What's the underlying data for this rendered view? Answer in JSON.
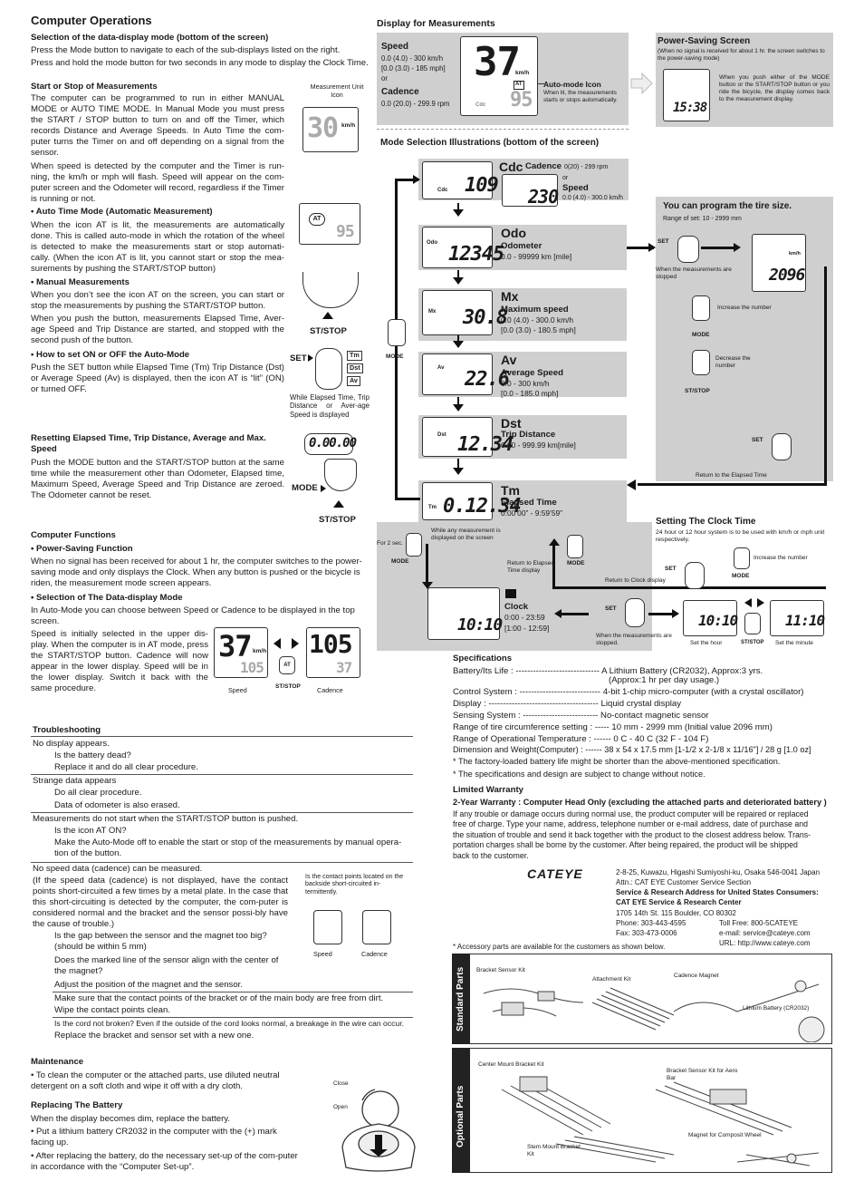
{
  "left": {
    "title": "Computer Operations",
    "sel_heading": "Selection of the data-display mode (bottom of the screen)",
    "sel_p1": "Press the Mode button to navigate to each of the sub-displays listed on the right.",
    "sel_p2": "Press and hold the mode button for two seconds in any mode to display the Clock Time.",
    "ss_heading": "Start or Stop of Measurements",
    "mu_label": "Measurement Unit Icon",
    "ss_p1": "The computer can be programmed to run in either MANUAL MODE or AUTO TIME MODE. In Manual Mode you must press the START / STOP button to turn on and off the Timer, which records Distance and Average Speeds. In Auto Time the com-puter turns the Timer on and off depending on a signal from the sensor.",
    "ss_p2": "When speed is detected by the computer and the Timer is run-ning, the km/h or mph will flash. Speed will appear on the com-puter screen and the Odometer will record, regardless if the Timer is running or not.",
    "auto_heading": "• Auto Time Mode (Automatic Measurement)",
    "auto_p": "When the icon AT is lit, the measurements are automatically done. This is called auto-mode in which the rotation of the wheel is detected to make the measurements start or stop automati-cally. (When the icon AT is lit, you cannot start or stop the mea-surements by pushing the START/STOP button)",
    "manual_heading": "• Manual Measurements",
    "manual_p1": "When you don’t see the icon AT on the screen, you can start or stop the measurements by pushing the START/STOP button.",
    "manual_p2": "When you push the button, measurements Elapsed Time, Aver-age Speed and Trip Distance are started, and stopped with the second push of the button.",
    "onoff_heading": "• How to set ON or OFF the Auto-Mode",
    "onoff_p": "Push the SET button while Elapsed Time (Tm) Trip Distance (Dst) or Average Speed (Av) is displayed, then the icon AT is “lit” (ON) or turned OFF.",
    "ststop_label": "ST/STOP",
    "set_label": "SET",
    "tm": "Tm",
    "dst": "Dst",
    "av": "Av",
    "while_caption": "While Elapsed Time, Trip Distance or Aver-age Speed is displayed",
    "reset_heading": "Resetting Elapsed Time, Trip Distance, Average and Max. Speed",
    "reset_p": "Push the MODE button and the START/STOP button at the same time while the measurement other than Odometer, Elapsed time, Maximum Speed, Average Speed and Trip Distance are zeroed. The Odometer cannot be reset.",
    "reset_lcd": "0.00.00",
    "mode_label": "MODE",
    "cf_heading": "Computer Functions",
    "ps_heading": "• Power-Saving Function",
    "ps_p": "When no signal has been received for about 1 hr, the computer switches to the power-saving mode and only displays the Clock. When any button is pushed or the bicycle is riden, the measurement mode screen appears.",
    "sd_heading": "• Selection of The Data-display Mode",
    "sd_p1": "In Auto-Mode you can choose between Speed or Cadence to be displayed in the top screen.",
    "sd_p2": "Speed is initially selected in the upper dis-play. When the computer is in AT mode, press the START/STOP button. Cadence will now appear in the lower display. Speed will be in the lower display. Switch it back with the same procedure.",
    "speed_cap": "Speed",
    "cadence_cap": "Cadence",
    "lcd_speed_big": "37",
    "lcd_speed_small": "105",
    "lcd_cad_big": "105",
    "lcd_cad_small": "37"
  },
  "display": {
    "heading": "Display for Measurements",
    "speed_label": "Speed",
    "speed_range1": "0.0 (4.0) - 300 km/h",
    "speed_range2": "[0.0 (3.0) - 185 mph]",
    "or": "or",
    "cadence_label": "Cadence",
    "cadence_range": "0.0 (20.0) - 299.9 rpm",
    "lcd_big": "37",
    "lcd_small": "95",
    "kmh": "km/h",
    "cdc": "Cdc",
    "auto_icon_label": "Auto-mode Icon",
    "auto_icon_desc": "When lit, the measurements starts or stops automatically.",
    "ps_title": "Power-Saving Screen",
    "ps_sub": "(When no signal is received for about 1 hr. the screen switches to the power-saving mode)",
    "ps_desc": "When you push either of the MODE button or the START/STOP button or you ride the bicycle, the display comes back to the measurement display.",
    "ps_clock": "15:38"
  },
  "modes": {
    "heading": "Mode Selection Illustrations (bottom of the screen)",
    "cdc_title": "Cdc",
    "cdc_cadence": "Cadence",
    "cdc_cad_range": "0(20) - 299 rpm",
    "cdc_or": "or",
    "cdc_speed": "Speed",
    "cdc_speed_range": "0.0 (4.0) - 300.0 km/h",
    "cdc_lcd": "109",
    "cdc_lcd2": "230",
    "odo_title": "Odo",
    "odo_sub": "Odometer",
    "odo_range": "0.0 - 99999 km [mile]",
    "odo_lcd": "12345",
    "mx_title": "Mx",
    "mx_sub": "Maximum speed",
    "mx_range1": "0.0 (4.0) - 300.0 km/h",
    "mx_range2": "[0.0 (3.0) - 180.5 mph]",
    "mx_lcd": "30.8",
    "av_title": "Av",
    "av_sub": "Average Speed",
    "av_range1": "0.0 - 300 km/h",
    "av_range2": "[0.0 - 185.0 mph]",
    "av_lcd": "22.6",
    "dst_title": "Dst",
    "dst_sub": "Trip Distance",
    "dst_range": "0.00 - 999.99 km[mile]",
    "dst_lcd": "12.34",
    "tm_title": "Tm",
    "tm_sub": "Elapsed Time",
    "tm_range": "0:00’00” - 9:59’59”",
    "tm_lcd": "0.12.34",
    "mode_btn": "MODE",
    "for2": "For 2 sec.",
    "while_measure": "While any measurement is displayed on the screen",
    "return_elapsed": "Return to Elapsed Time display",
    "return_clock": "Return to Clock display",
    "clock_title": "Clock",
    "clock_range1": "0:00 - 23:59",
    "clock_range2": "[1:00 - 12:59]",
    "clock_lcd": "10:10",
    "set": "SET"
  },
  "tire": {
    "title": "You can program the tire size.",
    "range": "Range of set: 10 - 2999 mm",
    "set": "SET",
    "stopped": "When the measurements are stopped",
    "lcd": "2096",
    "kmh": "km/h",
    "mode": "MODE",
    "inc": "Increase the number",
    "ststop": "ST/STOP",
    "dec": "Decrease the number",
    "set2": "SET",
    "return_elapsed": "Return to the Elapsed Time"
  },
  "clock": {
    "title": "Setting The Clock Time",
    "sub": "24 hour or 12 hour system is to be used with km/h or mph unit respectively.",
    "set": "SET",
    "mode": "MODE",
    "inc": "Increase the number",
    "set2": "SET",
    "stopped": "When the measurements are stopped.",
    "hour_lcd": "10:10",
    "min_lcd": "11:10",
    "set_hour": "Set the hour",
    "ststop": "ST/STOP",
    "set_minute": "Set the minute"
  },
  "trouble": {
    "heading": "Troubleshooting",
    "r1": "No display appears.",
    "r1a": "Is the battery dead?",
    "r1b": "Replace it and do all clear procedure.",
    "r2": "Strange data appears",
    "r2a": "Do all clear procedure.",
    "r2b": "Data of odometer is also erased.",
    "r3": "Measurements do not start when the START/STOP button is pushed.",
    "r3a": "Is the icon AT ON?",
    "r3b": "Make the Auto-Mode off to enable the start or stop of the measurements by manual opera-tion of the button.",
    "r4": "No speed data (cadence) can be measured.",
    "r4p": "(If the speed data (cadence) is not displayed, have the contact points short-circuited a few times by a metal plate. In the case that this short-circuiting is detected by the computer, the com-puter is considered normal and the bracket and the sensor possi-bly have the cause of trouble.)",
    "r4note": "Is the contact points located on the backside short-circuited in-termittently.",
    "r4speed": "Speed",
    "r4cad": "Cadence",
    "r4a": "Is the gap between the sensor and the magnet too big? (should be within 5 mm)",
    "r4b": "Does the marked line of the sensor align with the center of the magnet?",
    "r4c": "Adjust the position of the magnet and the sensor.",
    "r5": "Make sure that the contact points of the bracket or of the main body are free from dirt.",
    "r5a": "Wipe the contact points clean.",
    "r6": "Is the cord not broken? Even if the outside of the cord looks normal, a breakage in the wire can occur.",
    "r6a": "Replace the bracket and sensor set with  a new one."
  },
  "maint": {
    "heading": "Maintenance",
    "p": "• To clean the computer or the attached parts, use diluted neutral detergent on a soft cloth and wipe it off with a dry cloth.",
    "bat_heading": "Replacing The Battery",
    "bat_p1": "When the display becomes dim, replace the battery.",
    "bat_p2": "• Put a lithium battery CR2032 in the computer with the (+) mark facing up.",
    "bat_p3": "• After replacing the battery, do the necessary set-up of the com-puter in accordance with the “Computer Set-up”.",
    "close": "Close",
    "open": "Open"
  },
  "specs": {
    "heading": "Specifications",
    "l1": "Battery/Its Life : ----------------------------- A Lithium Battery (CR2032), Approx:3 yrs.",
    "l1b": "(Approx:1 hr per day usage.)",
    "l2": "Control System : ---------------------------- 4-bit 1-chip micro-computer (with a crystal oscillator)",
    "l3": "Display : -------------------------------------- Liquid crystal display",
    "l4": "Sensing System : -------------------------- No-contact magnetic sensor",
    "l5": "Range of tire circumference setting : ----- 10 mm - 2999 mm (Initial value 2096 mm)",
    "l6": "Range of Operational Temperature : ------ 0 C - 40 C (32 F - 104 F)",
    "l7": "Dimension and Weight(Computer) : ------ 38 x 54 x 17.5 mm [1-1/2 x 2-1/8 x 11/16\"] / 28 g [1.0 oz]",
    "n1": "* The factory-loaded battery life might be shorter than the above-mentioned specification.",
    "n2": "* The specifications and design are subject to change without notice.",
    "warranty_heading": "Limited Warranty",
    "warranty_sub": "2-Year Warranty : Computer Head Only (excluding the attached parts and deteriorated battery )",
    "warranty_p": "If any trouble or damage occurs during normal use, the product computer will be repaired or replaced free of charge. Type your name, address, telephone number or e-mail address, date of purchase and the situation of trouble and send it back together with the product to the closest address below. Trans-portation charges shall be borne by the customer. After being repaired, the product will be shipped back to the customer.",
    "logo": "CATEYE",
    "addr1": "2-8-25, Kuwazu, Higashi Sumiyoshi-ku, Osaka 546-0041 Japan",
    "addr2": "Attn.: CAT EYE Customer Service Section",
    "addr3": "Service & Research Address for United States Consumers:",
    "addr4": "CAT EYE Service & Research Center",
    "addr5": "1705 14th St. 115 Boulder, CO 80302",
    "phone": "Phone: 303-443-4595",
    "tollfree": "Toll Free: 800-5CATEYE",
    "fax": "Fax: 303-473-0006",
    "email": "e-mail: service@cateye.com",
    "url": "URL: http://www.cateye.com",
    "accessory": "* Accessory parts are available for the customers as shown below."
  },
  "parts": {
    "standard_label": "Standard Parts",
    "optional_label": "Optional Parts",
    "std": [
      "Bracket Sensor Kit",
      "Attachment Kit",
      "Cadence Magnet",
      "Lithium Battery (CR2032)"
    ],
    "opt": [
      "Center Mount Bracket Kit",
      "Bracket Sensor Kit for Aero Bar",
      "Stem Mount Bracket Kit",
      "Magnet for Composit Wheel"
    ]
  }
}
